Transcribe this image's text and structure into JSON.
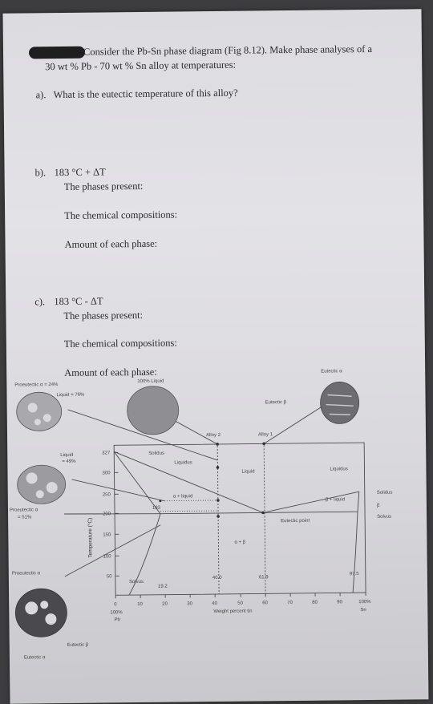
{
  "question": {
    "line1": "Consider the Pb-Sn phase diagram (Fig 8.12). Make phase analyses of a",
    "line2": "30 wt % Pb - 70 wt % Sn alloy at temperatures:"
  },
  "part_a": {
    "label": "a).",
    "text": "What is the eutectic temperature of this alloy?"
  },
  "part_b": {
    "label": "b).",
    "condition": "183 °C + ΔT",
    "phases": "The phases present:",
    "compositions": "The chemical compositions:",
    "amount": "Amount of each phase:"
  },
  "part_c": {
    "label": "c).",
    "condition": "183 °C - ΔT",
    "phases": "The phases present:",
    "compositions": "The chemical compositions:",
    "amount": "Amount of each phase:"
  },
  "diagram": {
    "axis": {
      "y_title": "Temperature (°C)",
      "y_ticks": [
        "327",
        "300",
        "250",
        "200",
        "150",
        "100",
        "50"
      ],
      "x_ticks": [
        "0",
        "10",
        "20",
        "30",
        "40",
        "50",
        "60",
        "70",
        "80",
        "90",
        "100%"
      ],
      "x_left_label_1": "100%",
      "x_left_label_2": "Pb",
      "x_right_label": "Sn",
      "x_title": "Weight percent tin"
    },
    "labels": {
      "proeutectic_alpha_24": "Proeutectic α = 24%",
      "liquid_76": "Liquid = 76%",
      "liquid_100": "100% Liquid",
      "eutectic_alpha_top": "Eutectic α",
      "eutectic_beta_top": "Eutectic β",
      "alloy2": "Alloy 2",
      "alloy1": "Alloy 1",
      "liquid_49_1": "Liquid",
      "liquid_49_2": "= 49%",
      "proeutectic_51_1": "Proeutectic α",
      "proeutectic_51_2": "= 51%",
      "proeutectic_alpha": "Proeutectic α",
      "eutectic_beta_bottom": "Eutectic β",
      "eutectic_alpha_bottom": "Eutectic α",
      "solidus_top": "Solidus",
      "liquidus_left": "Liquidus",
      "liquid_center": "Liquid",
      "liquidus_right": "Liquidus",
      "alpha_liquid": "α + liquid",
      "beta_liquid": "β + liquid",
      "solidus_right": "Solidus",
      "beta": "β",
      "solvus_right": "Solvus",
      "eutectic_point": "Eutectic point",
      "temp_183": "183",
      "alpha_beta": "α + β",
      "solvus_left": "Solvus",
      "comp_19_2": "19.2",
      "comp_40": "40.0",
      "comp_61_9": "61.9",
      "comp_97_5": "97.5"
    }
  }
}
